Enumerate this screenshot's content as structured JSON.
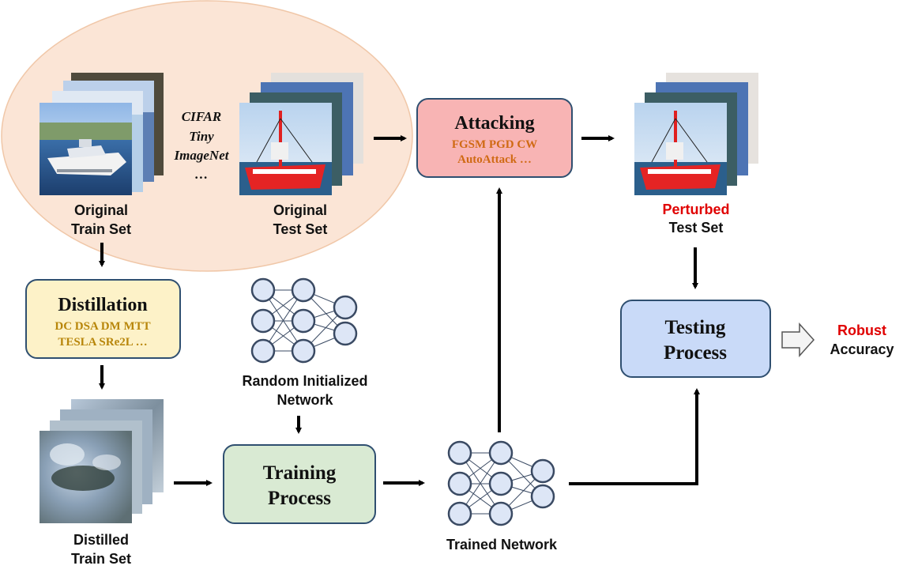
{
  "colors": {
    "ellipse_fill": "#fbe5d6",
    "ellipse_stroke": "#f0c7a8",
    "attack_fill": "#f8b4b4",
    "attack_text": "#d06a14",
    "distill_fill": "#fdf2c8",
    "distill_text": "#b8860b",
    "training_fill": "#d9ead3",
    "testing_fill": "#c9daf8",
    "box_stroke": "#2f4f70",
    "highlight_red": "#e00000",
    "node_fill": "#dde6f6",
    "node_stroke": "#3a4a63"
  },
  "datasets": {
    "line1": "CIFAR",
    "line2": "Tiny",
    "line3": "ImageNet",
    "line4": "…"
  },
  "original_train": {
    "line1": "Original",
    "line2": "Train Set"
  },
  "original_test": {
    "line1": "Original",
    "line2": "Test Set"
  },
  "attacking": {
    "title": "Attacking",
    "methods_line1": "FGSM PGD CW",
    "methods_line2": "AutoAttack …"
  },
  "perturbed_test": {
    "line1": "Perturbed",
    "line2": "Test Set"
  },
  "distillation": {
    "title": "Distillation",
    "methods_line1": "DC DSA DM MTT",
    "methods_line2": "TESLA SRe2L …"
  },
  "random_network": {
    "line1": "Random Initialized",
    "line2": "Network"
  },
  "distilled_train": {
    "line1": "Distilled",
    "line2": "Train Set"
  },
  "training": {
    "line1": "Training",
    "line2": "Process"
  },
  "trained_network": {
    "label": "Trained Network"
  },
  "testing": {
    "line1": "Testing",
    "line2": "Process"
  },
  "result": {
    "line1": "Robust",
    "line2": "Accuracy"
  }
}
